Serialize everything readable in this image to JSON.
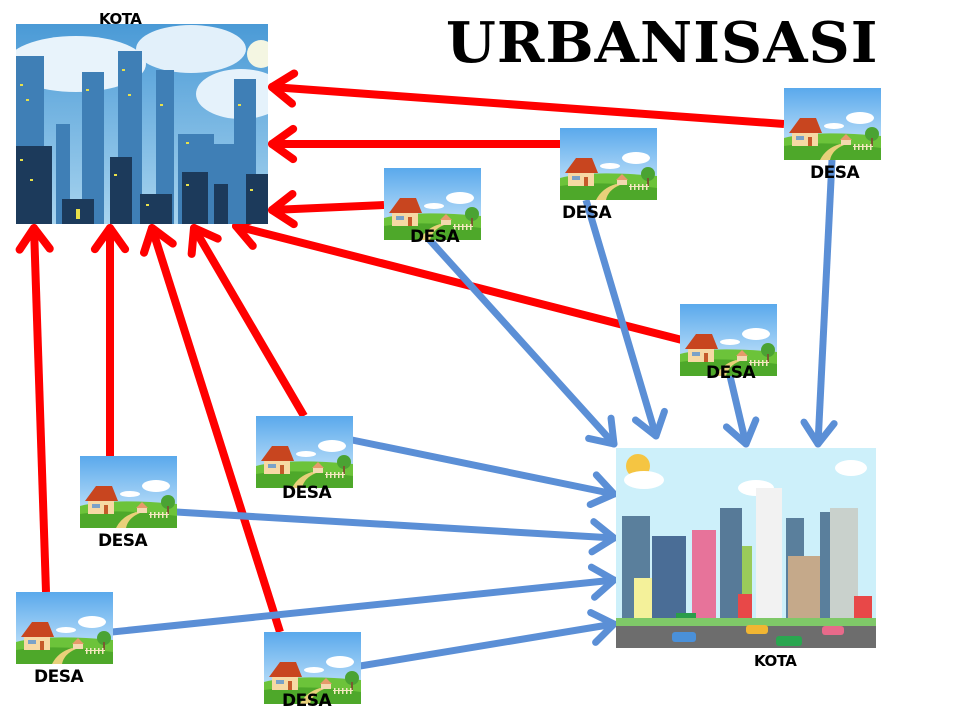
{
  "title": "URBANISASI",
  "colors": {
    "to_big_city": "#ff0000",
    "to_small_city": "#5b8fd6",
    "background": "#ffffff"
  },
  "cities": [
    {
      "id": "kota-1",
      "label": "KOTA",
      "style": "night-skyline"
    },
    {
      "id": "kota-2",
      "label": "KOTA",
      "style": "colorful-daytime-town"
    }
  ],
  "villages": [
    {
      "id": "desa-1",
      "label": "DESA"
    },
    {
      "id": "desa-2",
      "label": "DESA"
    },
    {
      "id": "desa-3",
      "label": "DESA"
    },
    {
      "id": "desa-4",
      "label": "DESA"
    },
    {
      "id": "desa-5",
      "label": "DESA"
    },
    {
      "id": "desa-6",
      "label": "DESA"
    },
    {
      "id": "desa-7",
      "label": "DESA"
    },
    {
      "id": "desa-8",
      "label": "DESA"
    }
  ],
  "flows": [
    {
      "from": "desa-1",
      "to": "kota-1",
      "color": "to_big_city"
    },
    {
      "from": "desa-2",
      "to": "kota-1",
      "color": "to_big_city"
    },
    {
      "from": "desa-3",
      "to": "kota-1",
      "color": "to_big_city"
    },
    {
      "from": "desa-4",
      "to": "kota-1",
      "color": "to_big_city"
    },
    {
      "from": "desa-5",
      "to": "kota-1",
      "color": "to_big_city"
    },
    {
      "from": "desa-6",
      "to": "kota-1",
      "color": "to_big_city"
    },
    {
      "from": "desa-7",
      "to": "kota-1",
      "color": "to_big_city"
    },
    {
      "from": "desa-8",
      "to": "kota-1",
      "color": "to_big_city"
    },
    {
      "from": "desa-1",
      "to": "kota-2",
      "color": "to_small_city"
    },
    {
      "from": "desa-2",
      "to": "kota-2",
      "color": "to_small_city"
    },
    {
      "from": "desa-3",
      "to": "kota-2",
      "color": "to_small_city"
    },
    {
      "from": "desa-4",
      "to": "kota-2",
      "color": "to_small_city"
    },
    {
      "from": "desa-5",
      "to": "kota-2",
      "color": "to_small_city"
    },
    {
      "from": "desa-6",
      "to": "kota-2",
      "color": "to_small_city"
    },
    {
      "from": "desa-7",
      "to": "kota-2",
      "color": "to_small_city"
    },
    {
      "from": "desa-8",
      "to": "kota-2",
      "color": "to_small_city"
    }
  ]
}
